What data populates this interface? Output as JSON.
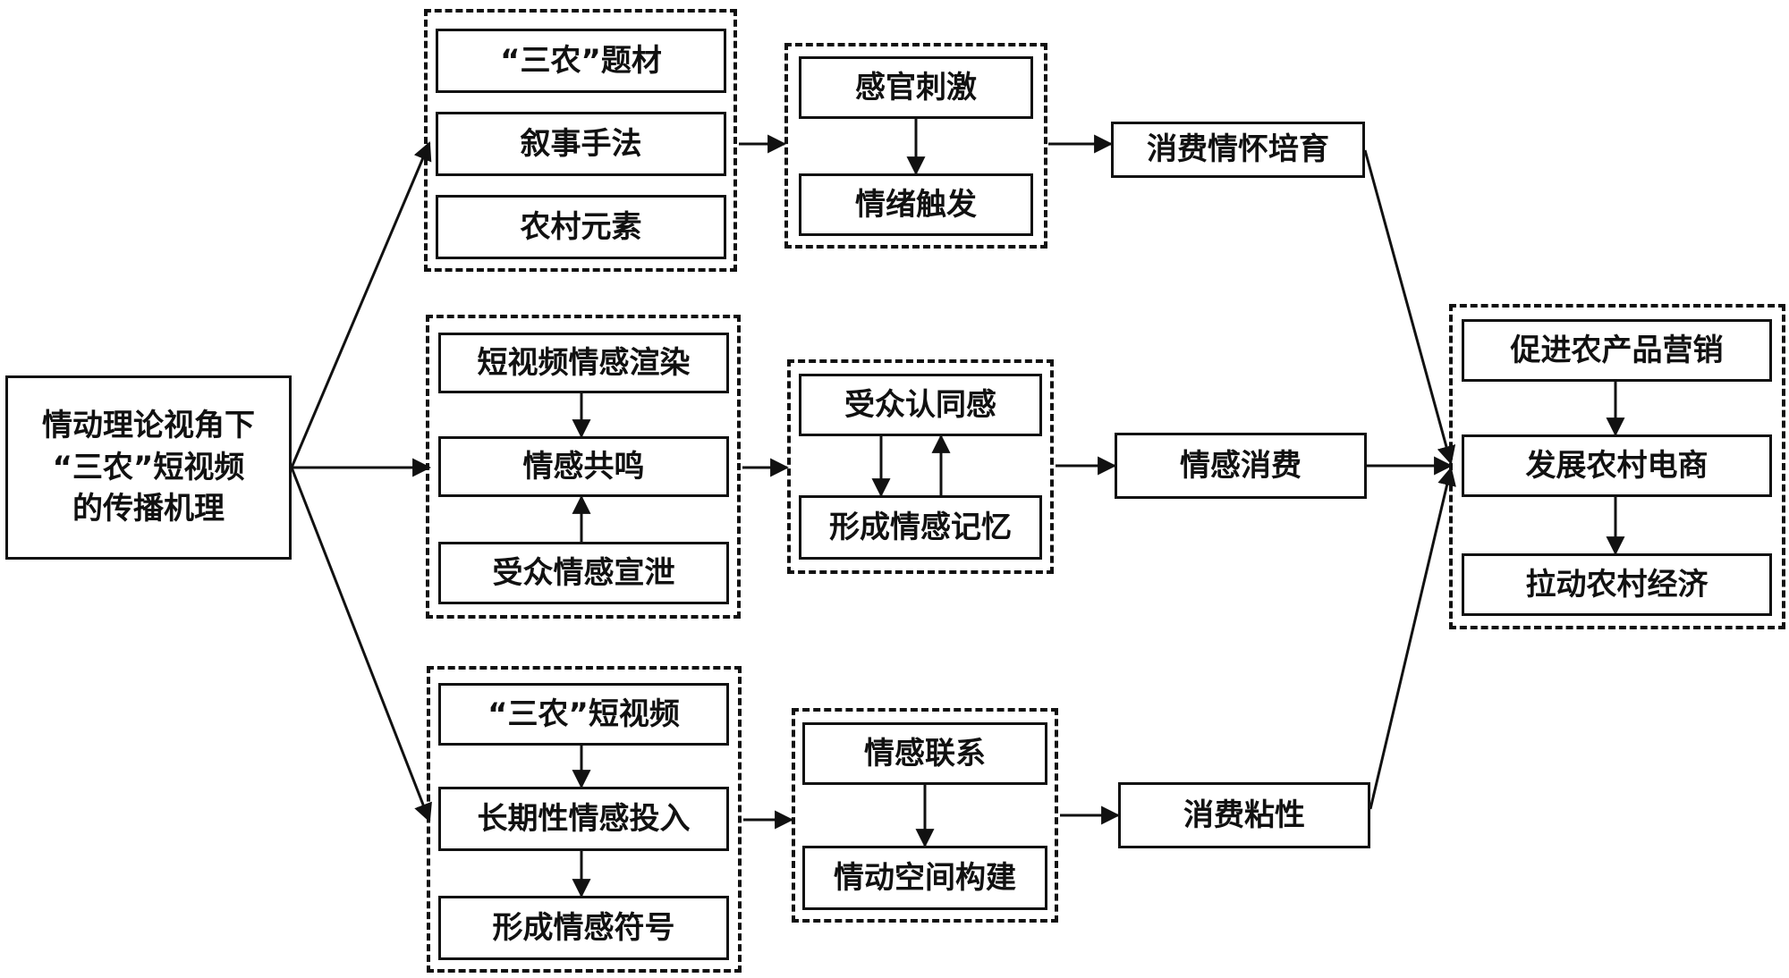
{
  "root": {
    "lines": [
      "情动理论视角下",
      "“三农”短视频",
      "的传播机理"
    ]
  },
  "branch_top": {
    "inputs": [
      "“三农”题材",
      "叙事手法",
      "农村元素"
    ],
    "process": [
      "感官刺激",
      "情绪触发"
    ],
    "outcome": "消费情怀培育"
  },
  "branch_middle": {
    "inputs": [
      "短视频情感渲染",
      "情感共鸣",
      "受众情感宣泄"
    ],
    "process": [
      "受众认同感",
      "形成情感记忆"
    ],
    "outcome": "情感消费"
  },
  "branch_bottom": {
    "inputs": [
      "“三农”短视频",
      "长期性情感投入",
      "形成情感符号"
    ],
    "process": [
      "情感联系",
      "情动空间构建"
    ],
    "outcome": "消费粘性"
  },
  "result": [
    "促进农产品营销",
    "发展农村电商",
    "拉动农村经济"
  ]
}
